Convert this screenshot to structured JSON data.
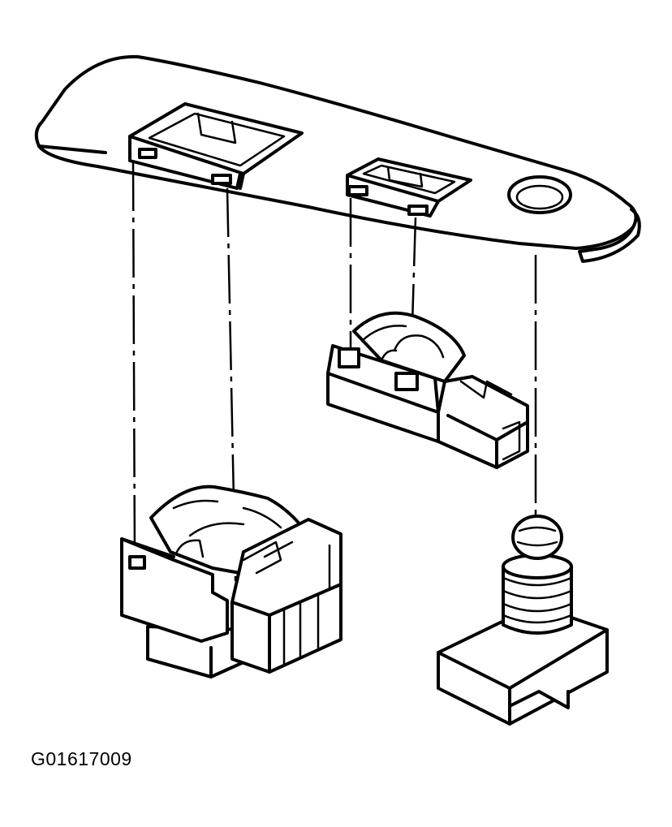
{
  "figure": {
    "id_label": "G01617009"
  },
  "parts": [
    {
      "name": "bezel",
      "icon": "trim-bezel"
    },
    {
      "name": "large-switch",
      "icon": "switch-connector"
    },
    {
      "name": "small-switch",
      "icon": "switch-connector"
    },
    {
      "name": "bulb-socket",
      "icon": "bulb-socket"
    }
  ],
  "colors": {
    "line": "#000000",
    "background": "#ffffff"
  }
}
